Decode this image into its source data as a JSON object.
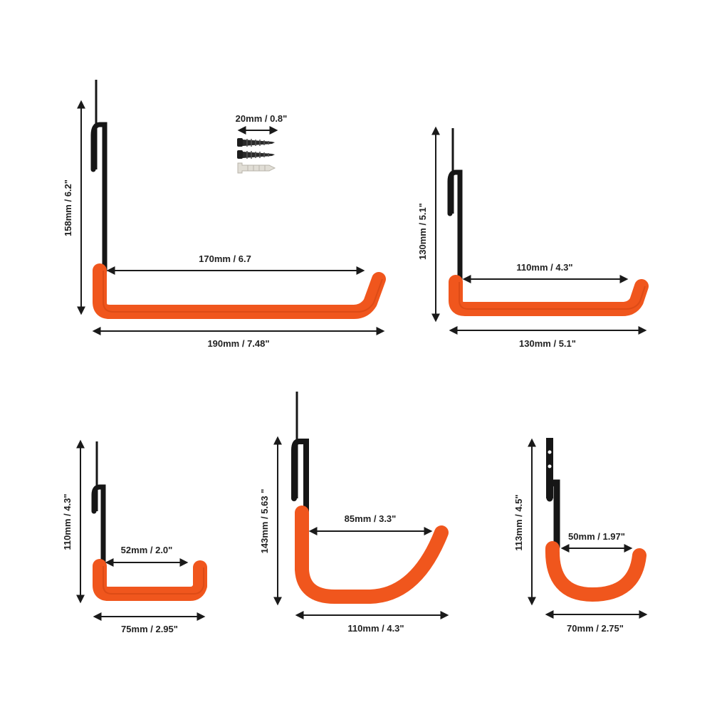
{
  "colors": {
    "coating": "#f0561d",
    "coating_edge": "#c9400f",
    "metal": "#161616",
    "dimension": "#1a1a1a",
    "label": "#222222",
    "background": "#ffffff"
  },
  "hooks": [
    {
      "name": "hook-1",
      "height": "158mm / 6.2\"",
      "inner": "170mm / 6.7",
      "width": "190mm / 7.48\""
    },
    {
      "name": "hook-2",
      "height": "130mm / 5.1\"",
      "inner": "110mm / 4.3\"",
      "width": "130mm / 5.1\""
    },
    {
      "name": "hook-3",
      "height": "110mm / 4.3\"",
      "inner": "52mm / 2.0\"",
      "width": "75mm / 2.95\""
    },
    {
      "name": "hook-4",
      "height": "143mm / 5.63 \"",
      "inner": "85mm / 3.3\"",
      "width": "110mm / 4.3\""
    },
    {
      "name": "hook-5",
      "height": "113mm / 4.5\"",
      "inner": "50mm / 1.97\"",
      "width": "70mm / 2.75\""
    }
  ],
  "screws": {
    "label": "20mm / 0.8\""
  }
}
